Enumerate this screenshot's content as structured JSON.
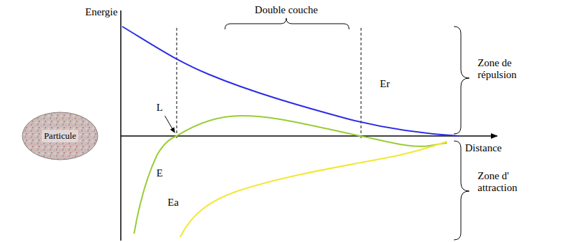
{
  "diagram": {
    "nodes": [
      {
        "text": [
          "Particule"
        ]
      }
    ],
    "labels": [
      "Energie",
      "Double couche",
      "Er",
      "L",
      "Zone de répulsion",
      "Distance",
      "E",
      "Ea",
      "Zone d' attraction"
    ]
  }
}
